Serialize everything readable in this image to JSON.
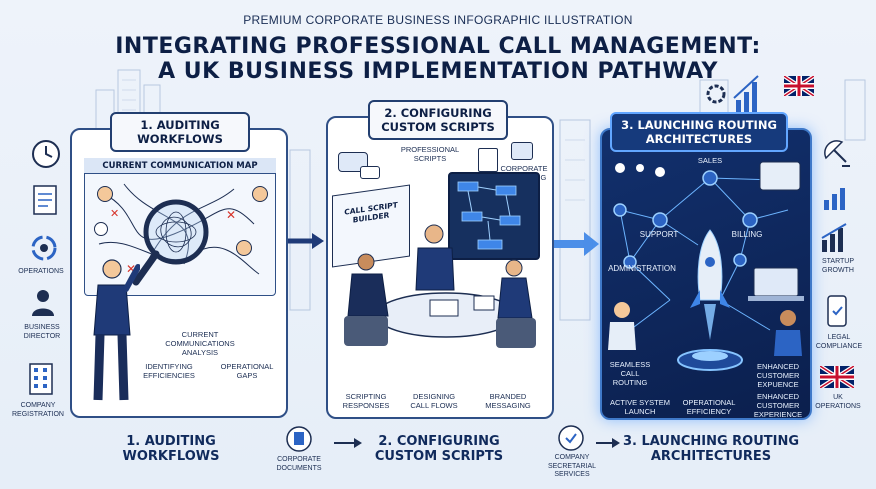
{
  "header": {
    "subtitle": "PREMIUM CORPORATE BUSINESS INFOGRAPHIC ILLUSTRATION",
    "title_line1": "INTEGRATING PROFESSIONAL CALL MANAGEMENT:",
    "title_line2": "A UK BUSINESS IMPLEMENTATION PATHWAY"
  },
  "panel1": {
    "tab": "1. AUDITING\nWORKFLOWS",
    "map_title": "CURRENT COMMUNICATION MAP",
    "label_analysis": "CURRENT\nCOMMUNICATIONS\nANALYSIS",
    "label_efficiencies": "IDENTIFYING\nEFFICIENCIES",
    "label_gaps": "OPERATIONAL\nGAPS"
  },
  "panel2": {
    "tab": "2. CONFIGURING\nCUSTOM SCRIPTS",
    "builder": "CALL SCRIPT BUILDER",
    "label_prof_scripts": "PROFESSIONAL\nSCRIPTS",
    "label_corp_messaging": "CORPORATE\nDESSAGING",
    "label_scripting": "SCRIPTING\nRESPONSES",
    "label_designing": "DESIGNING\nCALL FLOWS",
    "label_branded": "BRANDED\nMESSAGING"
  },
  "panel3": {
    "tab": "3. LAUNCHING ROUTING\nARCHITECTURES",
    "label_sales": "SALES",
    "label_support": "SUPPORT",
    "label_billing": "BILLING",
    "label_admin": "ADMINISTRATION",
    "label_seamless": "SEAMLESS\nCALL\nROUTING",
    "label_enhanced1": "ENHANCED\nCUSTOMER\nEXPUENCE",
    "label_active": "ACTIVE SYSTEM\nLAUNCH",
    "label_opeff": "OPERATIONAL\nEFFICIENCY",
    "label_enhanced2": "ENHANCED\nCUSTOMER\nEXPERIENCE"
  },
  "left_sidebar": {
    "operations": "OPERATIONS",
    "business_director": "BUSINESS\nDIRECTOR",
    "company_registration": "COMPANY\nREGISTRATION"
  },
  "right_sidebar": {
    "startup_growth": "STARTUP\nGROWTH",
    "legal_compliance": "LEGAL\nCOMPLIANCE",
    "uk_operations": "UK\nOPERATIONS"
  },
  "bottom": {
    "step1": "1. AUDITING\nWORKFLOWS",
    "step2": "2. CONFIGURING\nCUSTOM SCRIPTS",
    "step3": "3. LAUNCHING ROUTING\nARCHITECTURES",
    "corporate_documents": "CORPORATE\nDOCUMENTS",
    "company_secretarial": "COMPANY\nSECRETARIAL\nSERVICES"
  },
  "colors": {
    "navy": "#0d1f45",
    "accent_blue": "#2c64c4",
    "glow_blue": "#62a6ff",
    "alert_red": "#d6332a",
    "flag_red": "#c8102e",
    "flag_blue": "#012169"
  }
}
